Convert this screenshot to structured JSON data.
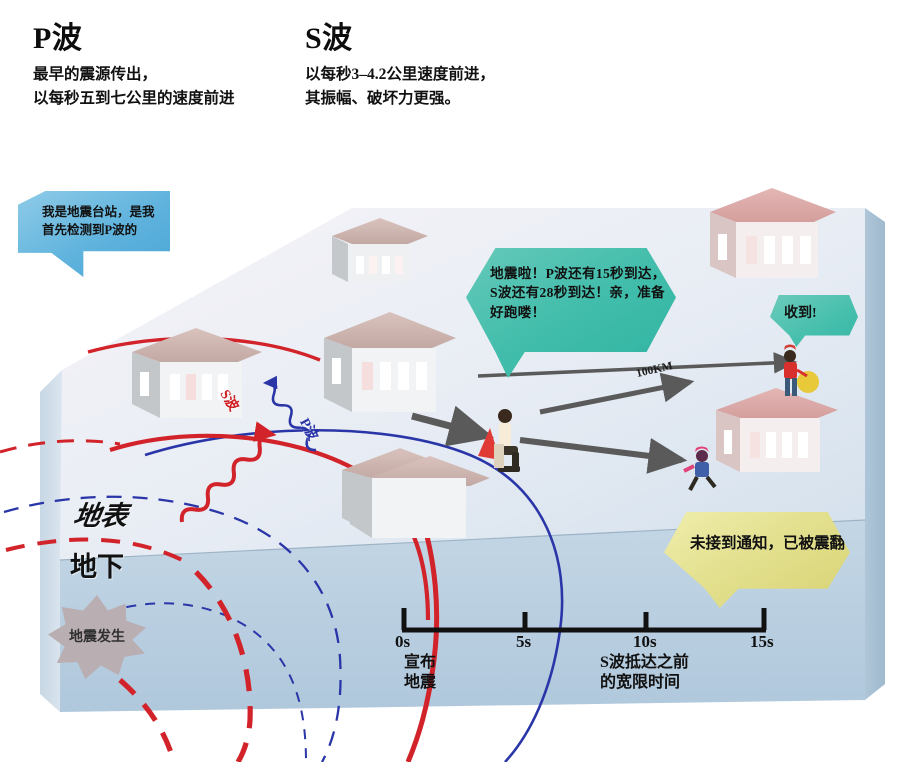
{
  "header": {
    "p_wave": {
      "title": "P波",
      "lines": [
        "最早的震源传出，",
        "以每秒五到七公里的速度前进"
      ]
    },
    "s_wave": {
      "title": "S波",
      "lines": [
        "以每秒3–4.2公里速度前进，",
        "其振幅、破坏力更强。"
      ]
    }
  },
  "scene": {
    "bubbles": {
      "station": "我是地震台站，是我首先检测到P波的",
      "alert": "地震啦！P波还有15秒到达，S波还有28秒到达！亲，准备好跑喽！",
      "ack": "收到!",
      "late": "未接到通知，已被震翻"
    },
    "labels": {
      "surface": "地表",
      "underground": "地下",
      "epicenter": "地震发生",
      "s_wave_curve": "S波",
      "p_wave_curve": "P波",
      "distance": "100KM"
    }
  },
  "timeline": {
    "ticks": [
      "0s",
      "5s",
      "10s",
      "15s"
    ],
    "tick_values": [
      0,
      5,
      10,
      15
    ],
    "caption_left": "宣布\n地震",
    "caption_left_lines": [
      "宣布",
      "地震"
    ],
    "caption_right_lines": [
      "S波抵达之前",
      "的宽限时间"
    ]
  },
  "colors": {
    "p_wave": "#2a36a8",
    "s_wave": "#d2232a",
    "station_bubble": "#4ba6d6",
    "alert_bubble": "#2fb3a1",
    "warn_bubble": "#d8d374",
    "ground_top": "#eceff6",
    "ground_under": "#b9cfe0",
    "house_roof": "#cbb1ad",
    "arrow": "#5a5a5a"
  }
}
